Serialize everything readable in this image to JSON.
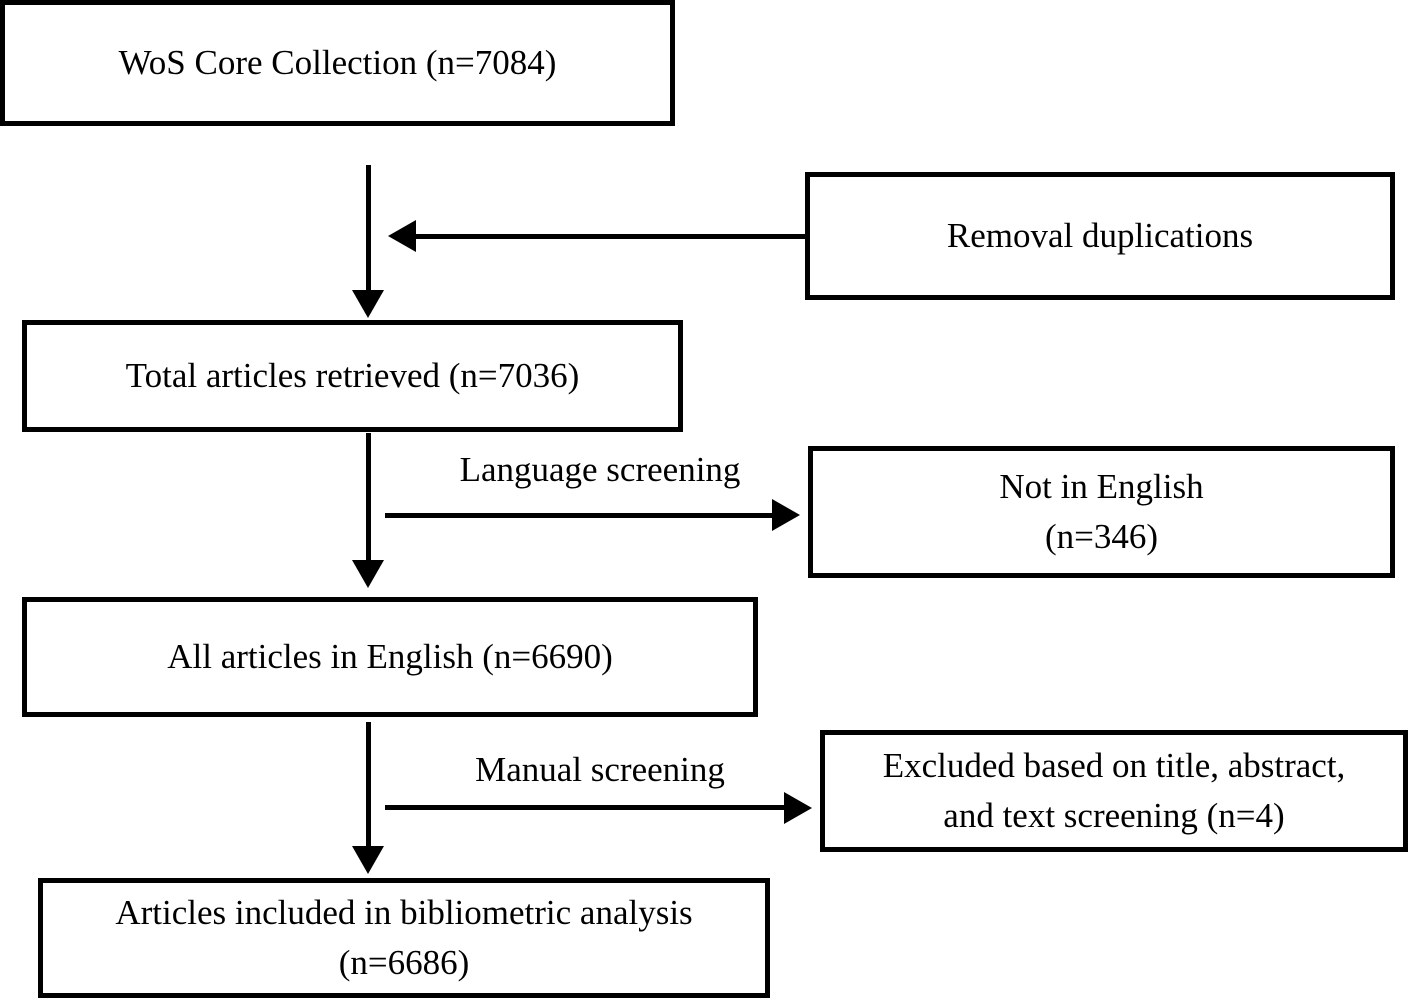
{
  "diagram": {
    "type": "flowchart",
    "background_color": "#ffffff",
    "line_color": "#000000",
    "text_color": "#000000",
    "nodes": {
      "wos": {
        "label": "WoS Core Collection (n=7084)"
      },
      "total": {
        "label": "Total articles retrieved (n=7036)"
      },
      "english": {
        "label": "All articles in English (n=6690)"
      },
      "included": {
        "line1": "Articles included in bibliometric analysis",
        "line2": "(n=6686)"
      },
      "removal": {
        "label": "Removal duplications"
      },
      "not_english": {
        "line1": "Not in English",
        "line2": "(n=346)"
      },
      "excluded": {
        "line1": "Excluded based on title, abstract,",
        "line2": "and text screening (n=4)"
      }
    },
    "edge_labels": {
      "language": "Language screening",
      "manual": "Manual screening"
    }
  }
}
